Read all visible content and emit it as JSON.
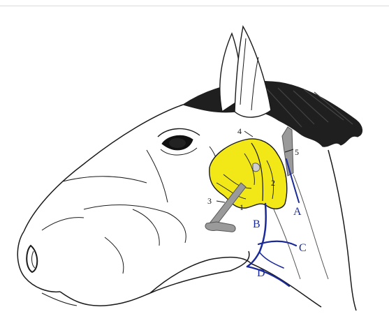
{
  "labels": {
    "n1": "1",
    "n2": "2",
    "n3": "3",
    "n4": "4",
    "n5": "5",
    "A": "A",
    "B": "B",
    "C": "C",
    "D": "D"
  },
  "colors": {
    "gland": "#f2e817",
    "vessel": "#1b2a9a",
    "bone": "#9a9a9a",
    "outline": "#1a1a1a"
  }
}
